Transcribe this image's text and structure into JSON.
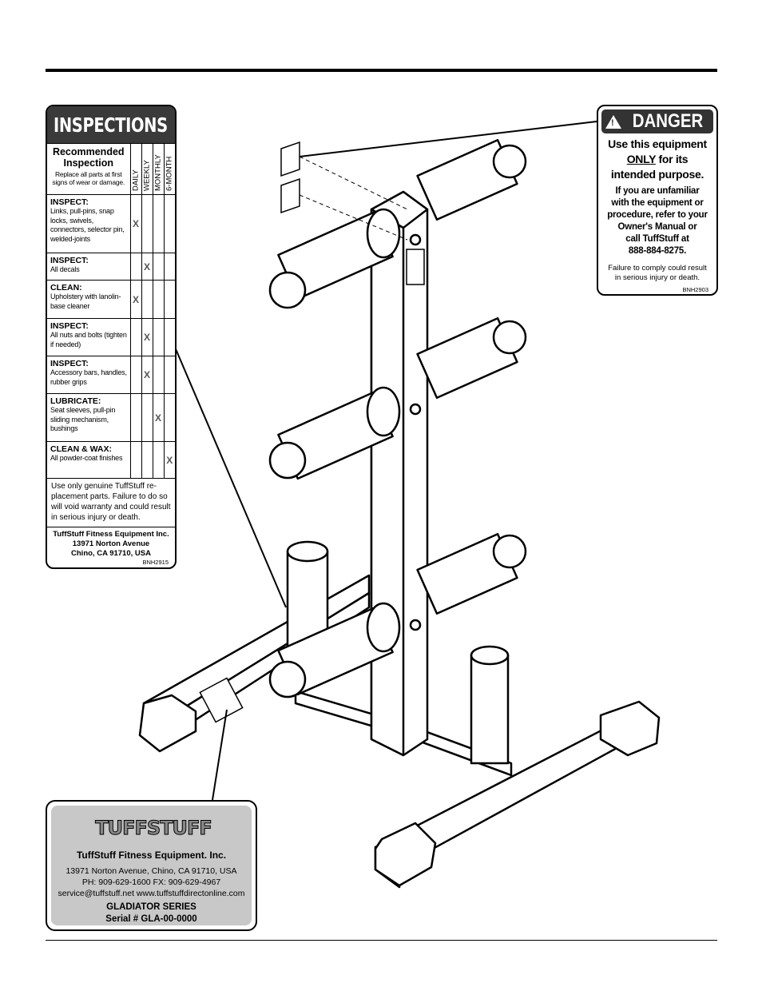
{
  "inspections": {
    "title": "INSPECTIONS",
    "recommended_title": "Recommended Inspection",
    "recommended_sub": "Replace all parts at first signs of wear or damage.",
    "columns": [
      "DAILY",
      "WEEKLY",
      "MONTHLY",
      "6-MONTH"
    ],
    "rows": [
      {
        "title": "INSPECT:",
        "desc": "Links, pull-pins, snap locks, swivels, connectors, selector pin, welded-joints",
        "mark": "X",
        "col": 0
      },
      {
        "title": "INSPECT:",
        "desc": "All decals",
        "mark": "X",
        "col": 1
      },
      {
        "title": "CLEAN:",
        "desc": "Upholstery with lanolin-base cleaner",
        "mark": "X",
        "col": 0
      },
      {
        "title": "INSPECT:",
        "desc": "All nuts and bolts (tighten if needed)",
        "mark": "X",
        "col": 1
      },
      {
        "title": "INSPECT:",
        "desc": "Accessory bars, handles, rubber grips",
        "mark": "X",
        "col": 1
      },
      {
        "title": "LUBRICATE:",
        "desc": "Seat sleeves, pull-pin sliding mechanism, bushings",
        "mark": "X",
        "col": 2
      },
      {
        "title": "CLEAN & WAX:",
        "desc": "All powder-coat finishes",
        "mark": "X",
        "col": 3
      }
    ],
    "note": "Use only genuine TuffStuff re-placement parts. Failure to do so will void warranty and could result in serious injury or death.",
    "address": [
      "TuffStuff Fitness Equipment Inc.",
      "13971 Norton Avenue",
      "Chino, CA 91710, USA"
    ],
    "code": "BNH2915"
  },
  "danger": {
    "title": "DANGER",
    "main_1": "Use this equipment",
    "main_only": "ONLY",
    "main_2": "for its",
    "main_3": "intended purpose.",
    "sub": [
      "If you are unfamiliar",
      "with the equipment or",
      "procedure, refer to your",
      "Owner's Manual or",
      "call TuffStuff at",
      "888-884-8275."
    ],
    "foot": [
      "Failure to comply could result",
      "in serious injury or death."
    ],
    "code": "BNH2903"
  },
  "serial": {
    "logo": "TUFFSTUFF",
    "company": "TuffStuff Fitness Equipment. Inc.",
    "lines": [
      "13971 Norton Avenue, Chino, CA 91710, USA",
      "PH: 909-629-1600  FX: 909-629-4967",
      "service@tuffstuff.net  www.tuffstuffdirectonline.com"
    ],
    "series": "GLADIATOR SERIES",
    "serial_no": "Serial # GLA-00-0000"
  }
}
